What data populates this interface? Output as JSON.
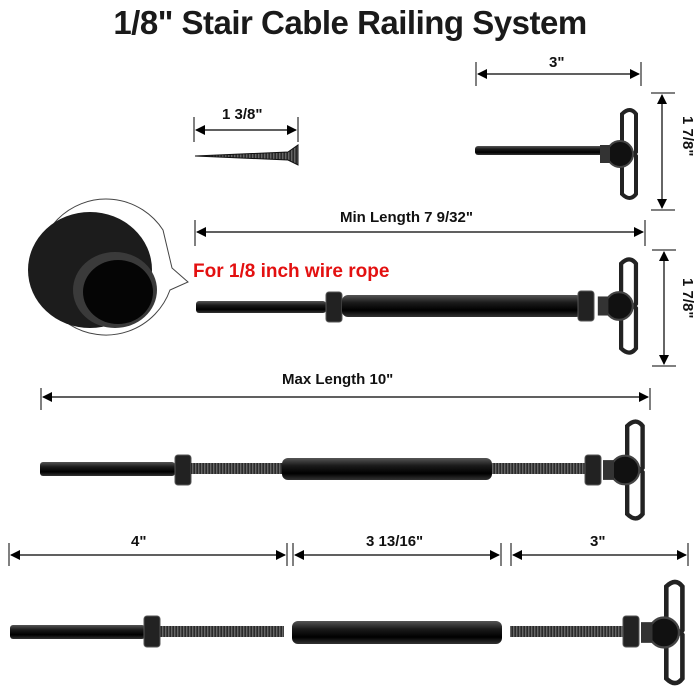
{
  "title": "1/8\" Stair Cable Railing System",
  "callout": {
    "text": "For 1/8 inch wire rope",
    "color": "#e31010",
    "icon": "swage-tube-cross-section"
  },
  "components": {
    "screw": {
      "dimension": "1 3/8\"",
      "icon": "lag-screw"
    },
    "toggle_end": {
      "length": "3\"",
      "height": "1 7/8\"",
      "icon": "wing-toggle-end"
    },
    "assembly_min": {
      "dimension": "Min Length 7 9/32\"",
      "height": "1 7/8\"",
      "icon": "turnbuckle-min"
    },
    "assembly_max": {
      "dimension": "Max Length 10\"",
      "icon": "turnbuckle-max"
    },
    "exploded": {
      "parts": [
        {
          "name": "swage-stud",
          "dimension": "4\""
        },
        {
          "name": "turnbuckle-body",
          "dimension": "3 13/16\""
        },
        {
          "name": "toggle-stud",
          "dimension": "3\""
        }
      ]
    }
  }
}
